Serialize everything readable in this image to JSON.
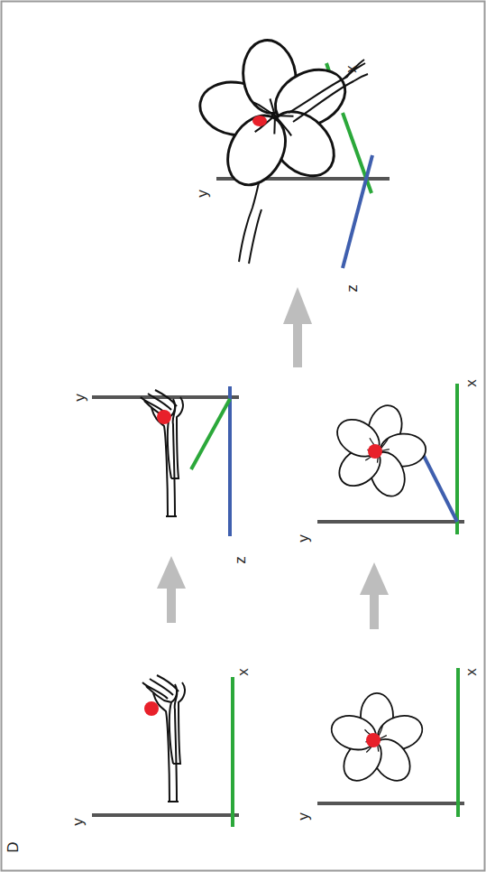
{
  "diagram": {
    "labels": [
      "D",
      "y",
      "x",
      "y",
      "x",
      "y",
      "z",
      "y",
      "x",
      "y",
      "x",
      "z"
    ]
  }
}
